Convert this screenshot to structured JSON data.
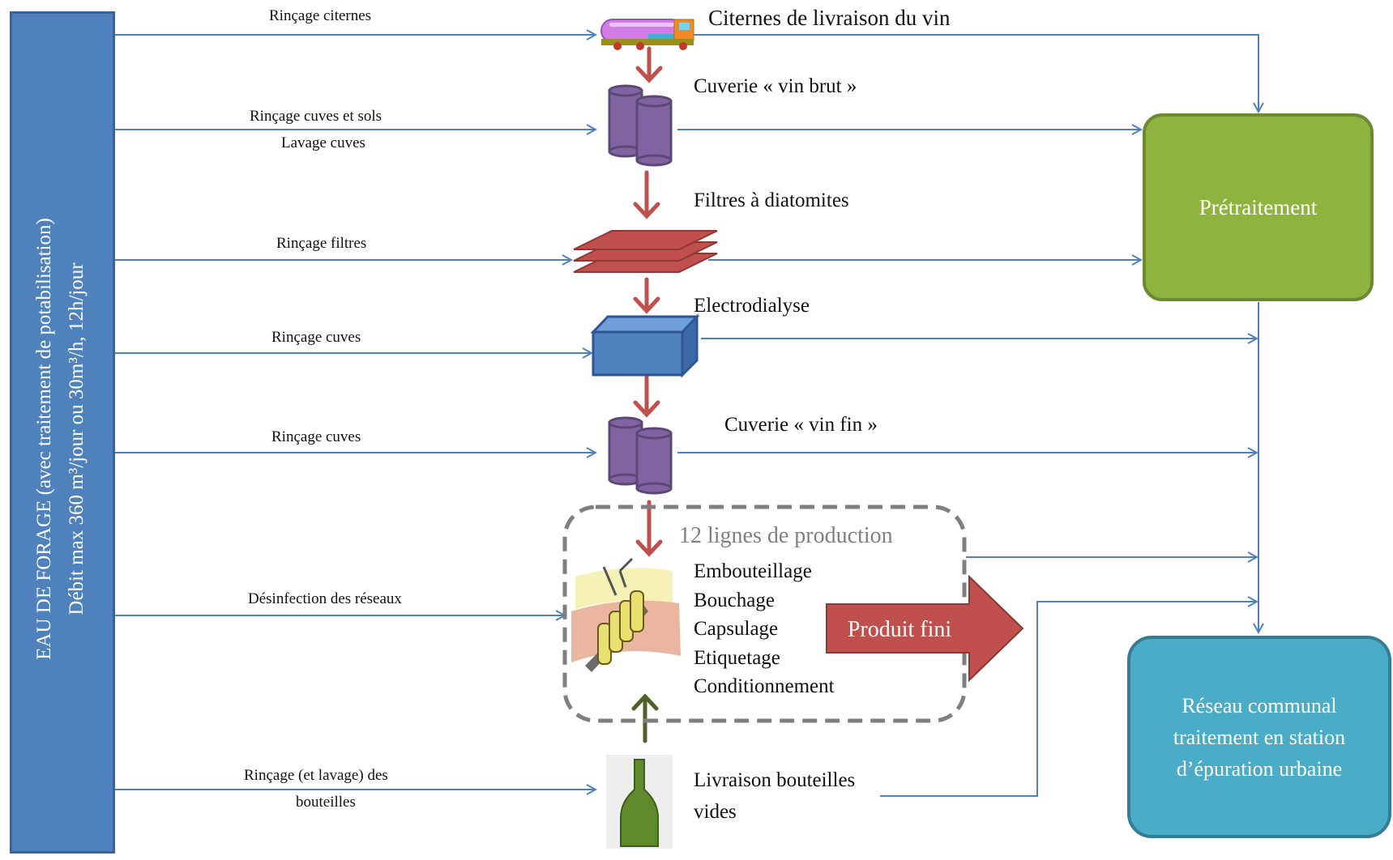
{
  "source": {
    "line1": "EAU DE FORAGE (avec traitement de potabilisation)",
    "line2": "Débit max 360 m³/jour ou 30m³/h, 12h/jour",
    "color": "#4f81bd"
  },
  "water_uses": {
    "rincage_citernes": "Rinçage citernes",
    "rincage_cuves_sols": "Rinçage cuves et sols",
    "lavage_cuves": "Lavage cuves",
    "rincage_filtres": "Rinçage filtres",
    "rincage_cuves_1": "Rinçage cuves",
    "rincage_cuves_2": "Rinçage cuves",
    "desinfection": "Désinfection des réseaux",
    "rincage_bouteilles_1": "Rinçage (et lavage) des",
    "rincage_bouteilles_2": "bouteilles"
  },
  "steps": {
    "citernes": "Citernes de livraison du vin",
    "cuverie_brut": "Cuverie « vin brut »",
    "filtres": "Filtres à diatomites",
    "electrodialyse": "Electrodialyse",
    "cuverie_fin": "Cuverie « vin fin »",
    "lignes_title": "12 lignes de production",
    "lignes": [
      "Embouteillage",
      "Bouchage",
      "Capsulage",
      "Etiquetage",
      "Conditionnement"
    ],
    "produit_fini": "Produit fini",
    "livraison_1": "Livraison bouteilles",
    "livraison_2": "vides"
  },
  "outputs": {
    "pretraitement": "Prétraitement",
    "reseau_1": "Réseau communal",
    "reseau_2": "traitement en station",
    "reseau_3": "d’épuration urbaine"
  },
  "colors": {
    "flow_line": "#4f81bd",
    "process_arrow": "#c0504d",
    "green_arrow": "#4f6228",
    "pretraitement": "#8eb43f",
    "reseau": "#4aacc6",
    "cuve": "#8064a2",
    "filtre": "#c0504d"
  }
}
